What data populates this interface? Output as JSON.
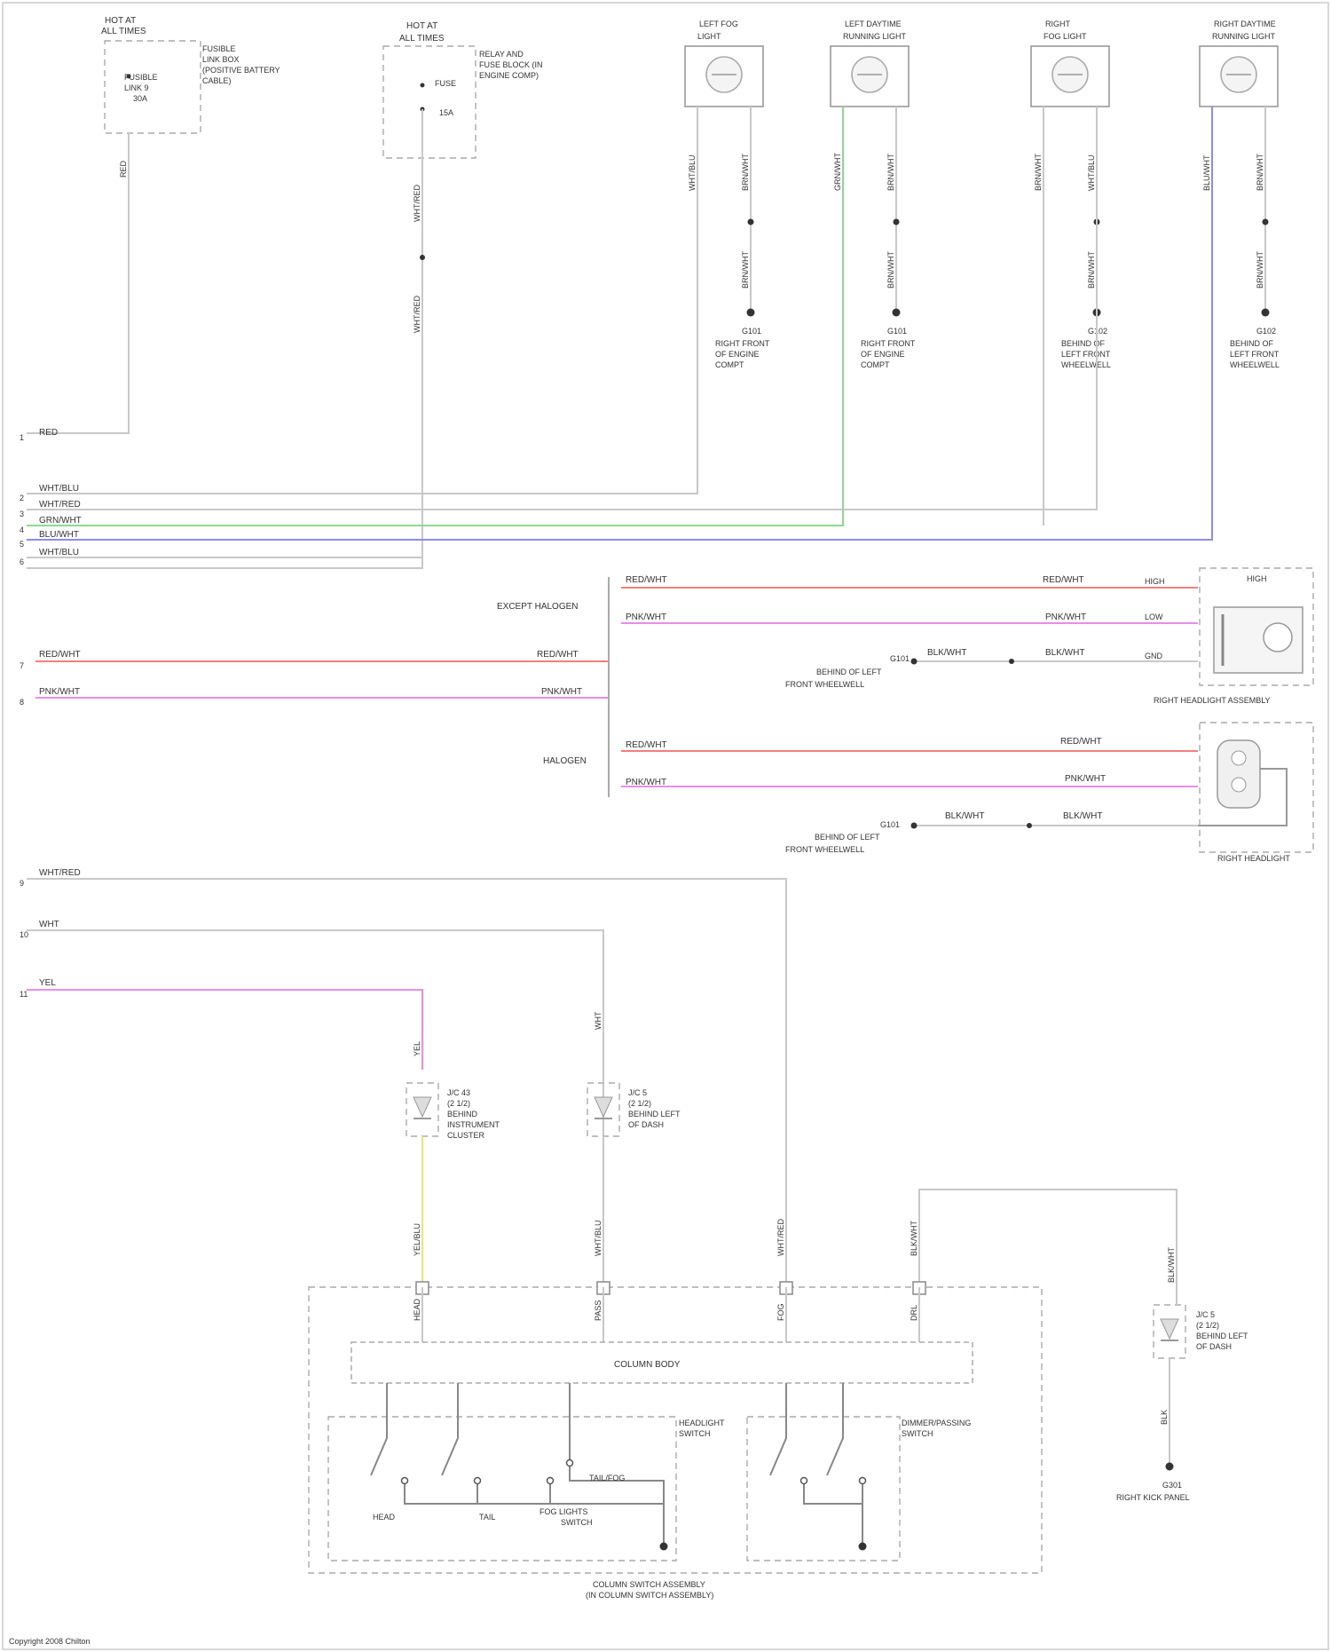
{
  "colors": {
    "red": "#f08080",
    "pink": "#e88ee8",
    "green": "#8fd88f",
    "blue": "#8b8bf0",
    "yellow": "#e6e680",
    "gray": "#c8c8c8",
    "ink": "#333333"
  },
  "top": {
    "fuse_left": {
      "title_1": "HOT AT",
      "title_2": "ALL TIMES",
      "desc_1": "FUSIBLE",
      "desc_2": "LINK BOX",
      "desc_3": "(POSITIVE BATTERY",
      "desc_4": "CABLE)",
      "inner_1": "FUSIBLE",
      "inner_2": "LINK 9",
      "inner_3": "30A",
      "wire": "RED"
    },
    "fuse_right": {
      "title_1": "HOT AT",
      "title_2": "ALL TIMES",
      "desc_1": "RELAY AND",
      "desc_2": "FUSE BLOCK (IN",
      "desc_3": "ENGINE COMP)",
      "inner_1": "FUSE",
      "inner_2": "15A",
      "wire_1": "WHT/RED",
      "wire_2": "WHT/RED"
    },
    "lamps": [
      {
        "name_1": "LEFT FOG",
        "name_2": "LIGHT",
        "wire_l": "WHT/BLU",
        "wire_r": "BRN/WHT",
        "wire_low": "BRN/WHT",
        "ground_1": "G101",
        "ground_2": "RIGHT FRONT",
        "ground_3": "OF ENGINE",
        "ground_4": "COMPT"
      },
      {
        "name_1": "LEFT DAYTIME",
        "name_2": "RUNNING LIGHT",
        "wire_l": "GRN/WHT",
        "wire_r": "BRN/WHT",
        "wire_low": "BRN/WHT",
        "ground_1": "G101",
        "ground_2": "RIGHT FRONT",
        "ground_3": "OF ENGINE",
        "ground_4": "COMPT"
      },
      {
        "name_1": "RIGHT",
        "name_2": "FOG LIGHT",
        "wire_l": "BRN/WHT",
        "wire_r": "WHT/BLU",
        "wire_low": "BRN/WHT",
        "ground_1": "G102",
        "ground_2": "BEHIND OF",
        "ground_3": "LEFT FRONT",
        "ground_4": "WHEELWELL"
      },
      {
        "name_1": "RIGHT DAYTIME",
        "name_2": "RUNNING LIGHT",
        "wire_l": "BLU/WHT",
        "wire_r": "BRN/WHT",
        "wire_low": "BRN/WHT",
        "ground_1": "G102",
        "ground_2": "BEHIND OF",
        "ground_3": "LEFT FRONT",
        "ground_4": "WHEELWELL"
      }
    ]
  },
  "bus": {
    "red_lbl": "RED",
    "rows": [
      "WHT/BLU",
      "WHT/RED",
      "GRN/WHT",
      "BLU/WHT",
      "WHT/BLU"
    ]
  },
  "middle": {
    "left_red": "RED/WHT",
    "left_red_r": "RED/WHT",
    "left_pink": "PNK/WHT",
    "left_pink_r": "PNK/WHT",
    "except_halogen": "EXCEPT HALOGEN",
    "halogen": "HALOGEN",
    "hid_red_l": "RED/WHT",
    "hid_red_r": "RED/WHT",
    "hid_pink_l": "PNK/WHT",
    "hid_pink_r": "PNK/WHT",
    "hid_gnd_l": "BLK/WHT",
    "hid_gnd_r": "BLK/WHT",
    "hid_ground_1": "G101",
    "hid_ground_2": "BEHIND OF LEFT",
    "hid_ground_3": "FRONT WHEELWELL",
    "hid_pin_1": "HIGH",
    "hid_pin_2": "LOW",
    "hid_pin_3": "GND",
    "hid_top": "HIGH",
    "hid_label": "RIGHT HEADLIGHT ASSEMBLY",
    "hal_red_l": "RED/WHT",
    "hal_red_r": "RED/WHT",
    "hal_pink_l": "PNK/WHT",
    "hal_pink_r": "PNK/WHT",
    "hal_gnd_l": "BLK/WHT",
    "hal_gnd_r": "BLK/WHT",
    "hal_ground_1": "G101",
    "hal_ground_2": "BEHIND OF LEFT",
    "hal_ground_3": "FRONT WHEELWELL",
    "hal_label": "RIGHT HEADLIGHT"
  },
  "lower": {
    "row1": "WHT/RED",
    "row2": "WHT",
    "row3": "YEL",
    "diode1_1": "J/C 43",
    "diode1_2": "(2 1/2)",
    "diode1_3": "BEHIND",
    "diode1_4": "INSTRUMENT",
    "diode1_5": "CLUSTER",
    "diode2_1": "J/C 5",
    "diode2_2": "(2 1/2)",
    "diode2_3": "BEHIND LEFT",
    "diode2_4": "OF DASH",
    "diode3_1": "J/C 5",
    "diode3_2": "(2 1/2)",
    "diode3_3": "BEHIND LEFT",
    "diode3_4": "OF DASH",
    "w_yel": "YEL",
    "w_wht": "WHT",
    "w_a": "YEL/BLU",
    "w_b": "WHT/BLU",
    "w_c": "WHT/RED",
    "w_d": "BLK/WHT",
    "w_e": "BLK/WHT",
    "w_blk": "BLK",
    "conn_1": "HEAD",
    "conn_2": "PASS",
    "conn_3": "FOG",
    "conn_4": "DRL",
    "column_body": "COLUMN BODY",
    "headlight_sw_1": "HEADLIGHT",
    "headlight_sw_2": "SWITCH",
    "dimmer_sw_1": "DIMMER/PASSING",
    "dimmer_sw_2": "SWITCH",
    "pos_1": "HEAD",
    "pos_2": "TAIL",
    "pos_3": "FOG LIGHTS",
    "pos_4": "SWITCH",
    "pos_fog_on": "TAIL/FOG",
    "combo_1": "COLUMN SWITCH ASSEMBLY",
    "combo_2": "(IN COLUMN SWITCH ASSEMBLY)",
    "ground_g": "G301",
    "ground_desc": "RIGHT KICK PANEL"
  },
  "pin_nums": {
    "p1": "1",
    "p2": "2",
    "p3": "3",
    "p4": "4",
    "p5": "5",
    "p6": "6",
    "p7": "7",
    "p8": "8",
    "p9": "9",
    "p10": "10",
    "p11": "11"
  },
  "footer": "Copyright 2008 Chilton"
}
